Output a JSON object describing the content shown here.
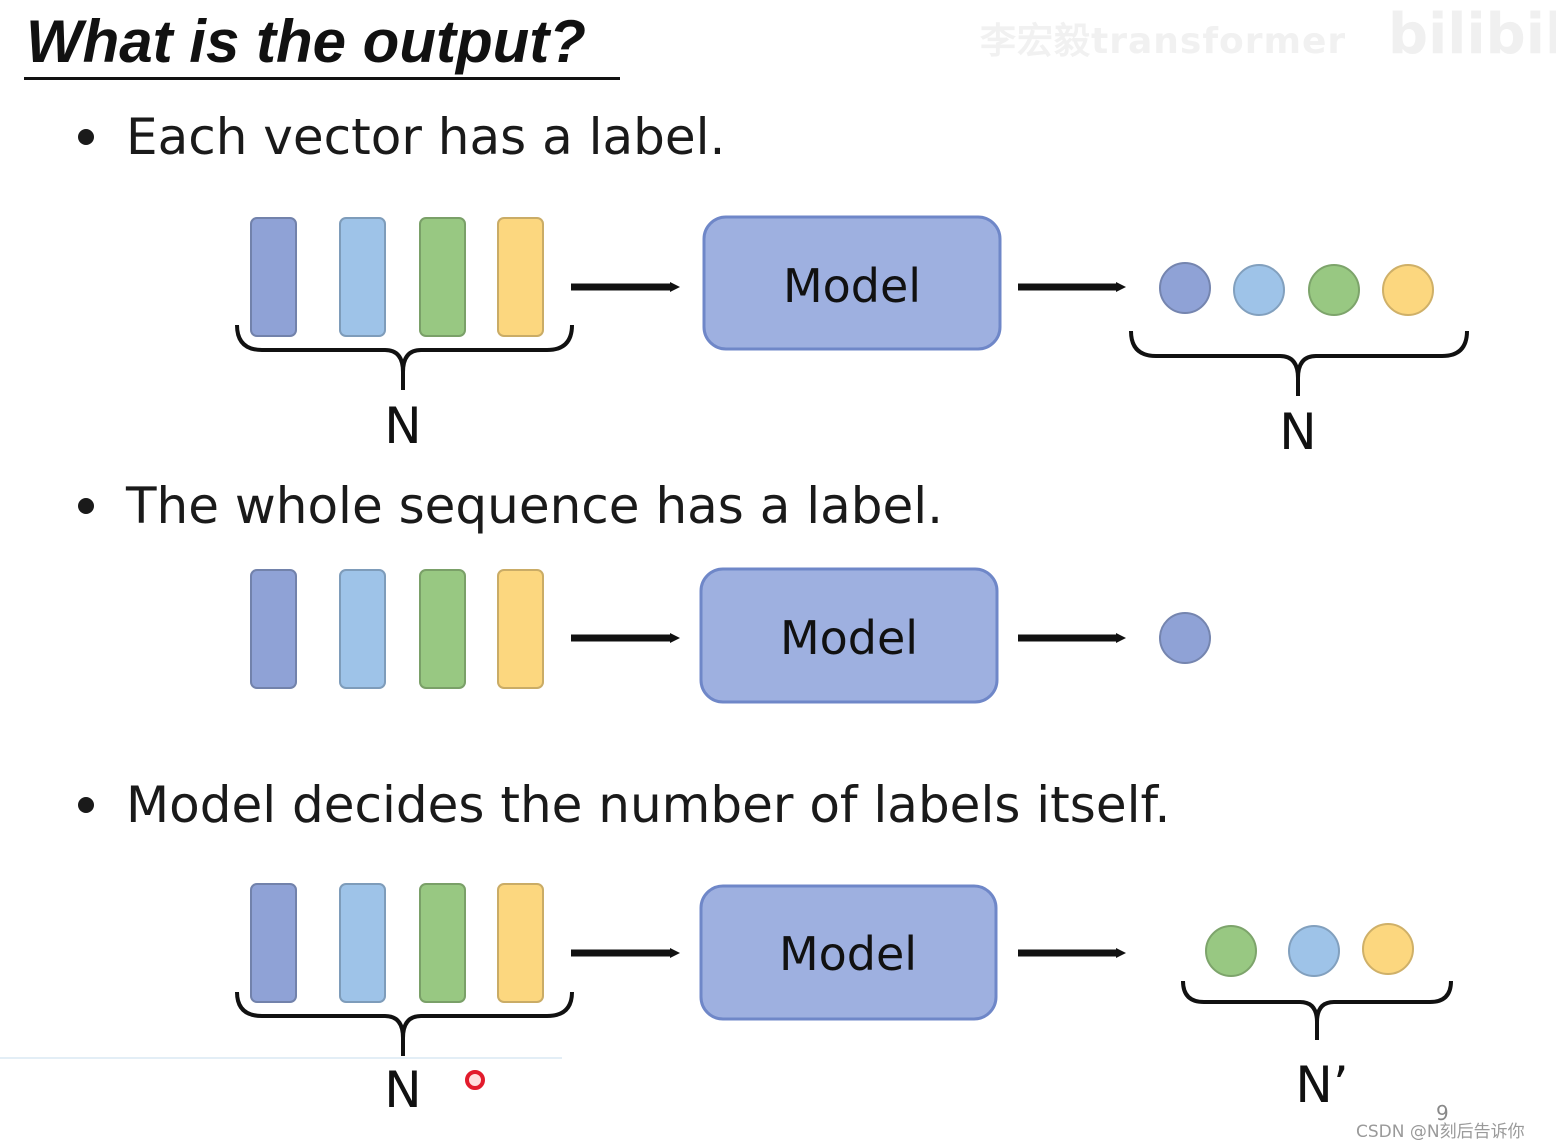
{
  "slide": {
    "title": "What is the output?",
    "watermark": "李宏毅transformer",
    "watermark_logo": "bilibili",
    "page_number": "9",
    "credit": "CSDN @N刻后告诉你"
  },
  "bullets": [
    {
      "text": "Each vector has a label."
    },
    {
      "text": "The whole sequence has a label."
    },
    {
      "text": "Model decides the number of labels itself."
    }
  ],
  "colors": {
    "purple": "#8fa2d6",
    "blue": "#9ec3e8",
    "green": "#98c882",
    "yellow": "#fcd77f",
    "model_fill": "#9eb0e0",
    "model_stroke": "#6f87c8"
  },
  "diagrams": [
    {
      "input_count": 4,
      "input_colors": [
        "purple",
        "blue",
        "green",
        "yellow"
      ],
      "input_label": "N",
      "model_label": "Model",
      "output_colors": [
        "purple",
        "blue",
        "green",
        "yellow"
      ],
      "output_label": "N"
    },
    {
      "input_count": 4,
      "input_colors": [
        "purple",
        "blue",
        "green",
        "yellow"
      ],
      "input_label": "",
      "model_label": "Model",
      "output_colors": [
        "purple"
      ],
      "output_label": ""
    },
    {
      "input_count": 4,
      "input_colors": [
        "purple",
        "blue",
        "green",
        "yellow"
      ],
      "input_label": "N",
      "model_label": "Model",
      "output_colors": [
        "green",
        "blue",
        "yellow"
      ],
      "output_label": "N’"
    }
  ]
}
